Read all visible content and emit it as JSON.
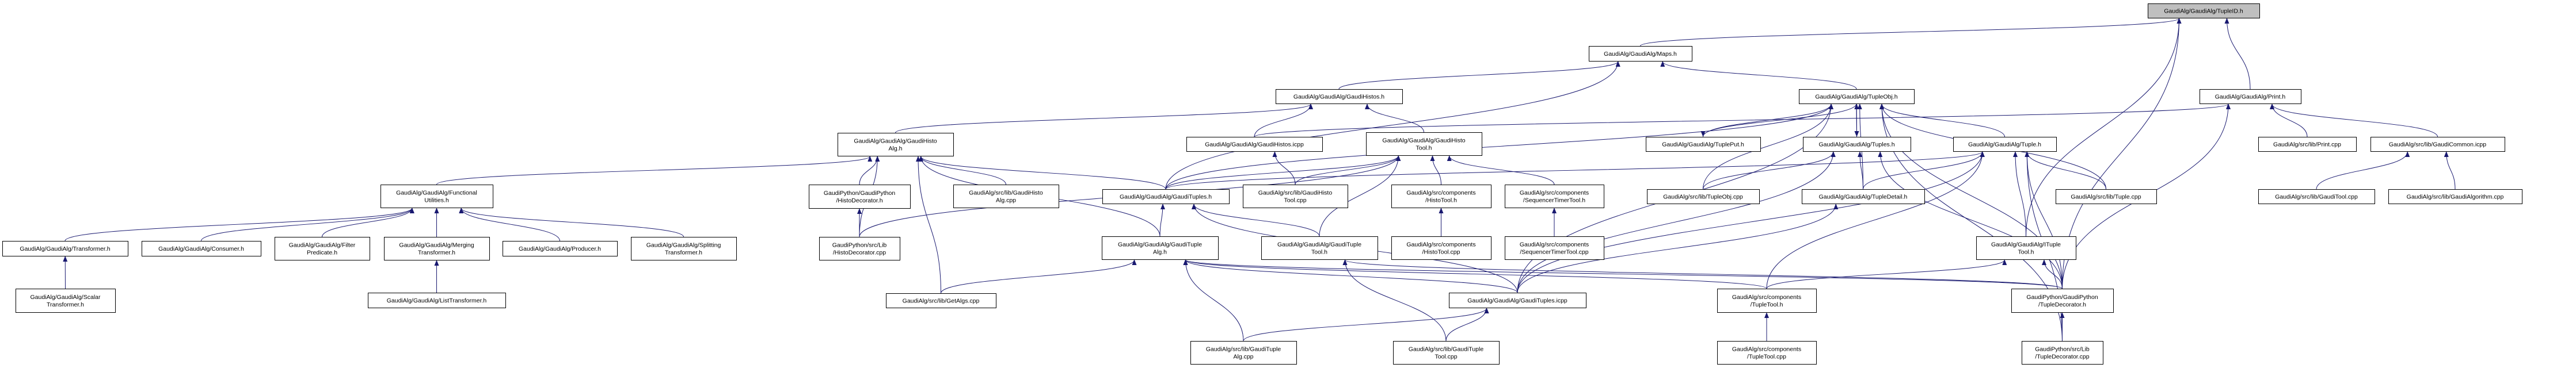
{
  "graph": {
    "root": "tupleid",
    "colors": {
      "edge": "#191970",
      "root_fill": "#bfbfbf",
      "node_fill": "#ffffff",
      "border": "#000000"
    },
    "nodes": [
      {
        "id": "tupleid",
        "lines": [
          "GaudiAlg/GaudiAlg/TupleID.h"
        ]
      },
      {
        "id": "maps",
        "lines": [
          "GaudiAlg/GaudiAlg/Maps.h"
        ]
      },
      {
        "id": "tupleobj",
        "lines": [
          "GaudiAlg/GaudiAlg/TupleObj.h"
        ]
      },
      {
        "id": "print",
        "lines": [
          "GaudiAlg/GaudiAlg/Print.h"
        ]
      },
      {
        "id": "gaudihistos_h",
        "lines": [
          "GaudiAlg/GaudiAlg/GaudiHistos.h"
        ]
      },
      {
        "id": "gaudihistoalg_h",
        "lines": [
          "GaudiAlg/GaudiAlg/GaudiHisto",
          "Alg.h"
        ]
      },
      {
        "id": "gaudihistos_icpp",
        "lines": [
          "GaudiAlg/GaudiAlg/GaudiHistos.icpp"
        ]
      },
      {
        "id": "gaudihistotool_h",
        "lines": [
          "GaudiAlg/GaudiAlg/GaudiHisto",
          "Tool.h"
        ]
      },
      {
        "id": "tupleput",
        "lines": [
          "GaudiAlg/GaudiAlg/TuplePut.h"
        ]
      },
      {
        "id": "tuples_h",
        "lines": [
          "GaudiAlg/GaudiAlg/Tuples.h"
        ]
      },
      {
        "id": "tuple_h",
        "lines": [
          "GaudiAlg/GaudiAlg/Tuple.h"
        ]
      },
      {
        "id": "print_cpp",
        "lines": [
          "GaudiAlg/src/lib/Print.cpp"
        ]
      },
      {
        "id": "gaudicommon",
        "lines": [
          "GaudiAlg/src/lib/GaudiCommon.icpp"
        ]
      },
      {
        "id": "functional",
        "lines": [
          "GaudiAlg/GaudiAlg/Functional",
          "Utilities.h"
        ]
      },
      {
        "id": "histodecorator_h",
        "lines": [
          "GaudiPython/GaudiPython",
          "/HistoDecorator.h"
        ]
      },
      {
        "id": "gaudihistoalg_cpp",
        "lines": [
          "GaudiAlg/src/lib/GaudiHisto",
          "Alg.cpp"
        ]
      },
      {
        "id": "gaudituples_h",
        "lines": [
          "GaudiAlg/GaudiAlg/GaudiTuples.h"
        ]
      },
      {
        "id": "gaudihistotool_cpp",
        "lines": [
          "GaudiAlg/src/lib/GaudiHisto",
          "Tool.cpp"
        ]
      },
      {
        "id": "histotool_h",
        "lines": [
          "GaudiAlg/src/components",
          "/HistoTool.h"
        ]
      },
      {
        "id": "seqtimer_h",
        "lines": [
          "GaudiAlg/src/components",
          "/SequencerTimerTool.h"
        ]
      },
      {
        "id": "tupleobj_cpp",
        "lines": [
          "GaudiAlg/src/lib/TupleObj.cpp"
        ]
      },
      {
        "id": "tupledetail",
        "lines": [
          "GaudiAlg/GaudiAlg/TupleDetail.h"
        ]
      },
      {
        "id": "tuple_cpp",
        "lines": [
          "GaudiAlg/src/lib/Tuple.cpp"
        ]
      },
      {
        "id": "gauditool_cpp",
        "lines": [
          "GaudiAlg/src/lib/GaudiTool.cpp"
        ]
      },
      {
        "id": "gaudialgorithm_cpp",
        "lines": [
          "GaudiAlg/src/lib/GaudiAlgorithm.cpp"
        ]
      },
      {
        "id": "transformer",
        "lines": [
          "GaudiAlg/GaudiAlg/Transformer.h"
        ]
      },
      {
        "id": "consumer",
        "lines": [
          "GaudiAlg/GaudiAlg/Consumer.h"
        ]
      },
      {
        "id": "filterpred",
        "lines": [
          "GaudiAlg/GaudiAlg/Filter",
          "Predicate.h"
        ]
      },
      {
        "id": "merging",
        "lines": [
          "GaudiAlg/GaudiAlg/Merging",
          "Transformer.h"
        ]
      },
      {
        "id": "producer",
        "lines": [
          "GaudiAlg/GaudiAlg/Producer.h"
        ]
      },
      {
        "id": "splitting",
        "lines": [
          "GaudiAlg/GaudiAlg/Splitting",
          "Transformer.h"
        ]
      },
      {
        "id": "histodecorator_cpp",
        "lines": [
          "GaudiPython/src/Lib",
          "/HistoDecorator.cpp"
        ]
      },
      {
        "id": "gaudituplealg_h",
        "lines": [
          "GaudiAlg/GaudiAlg/GaudiTuple",
          "Alg.h"
        ]
      },
      {
        "id": "gaudituppletool_h",
        "lines": [
          "GaudiAlg/GaudiAlg/GaudiTuple",
          "Tool.h"
        ]
      },
      {
        "id": "histotool_cpp",
        "lines": [
          "GaudiAlg/src/components",
          "/HistoTool.cpp"
        ]
      },
      {
        "id": "seqtimer_cpp",
        "lines": [
          "GaudiAlg/src/components",
          "/SequencerTimerTool.cpp"
        ]
      },
      {
        "id": "ituppletool",
        "lines": [
          "GaudiAlg/GaudiAlg/ITuple",
          "Tool.h"
        ]
      },
      {
        "id": "scalar",
        "lines": [
          "GaudiAlg/GaudiAlg/Scalar",
          "Transformer.h"
        ]
      },
      {
        "id": "listtransformer",
        "lines": [
          "GaudiAlg/GaudiAlg/ListTransformer.h"
        ]
      },
      {
        "id": "getalgs",
        "lines": [
          "GaudiAlg/src/lib/GetAlgs.cpp"
        ]
      },
      {
        "id": "gaudituples_icpp",
        "lines": [
          "GaudiAlg/GaudiAlg/GaudiTuples.icpp"
        ]
      },
      {
        "id": "tupletool_h",
        "lines": [
          "GaudiAlg/src/components",
          "/TupleTool.h"
        ]
      },
      {
        "id": "tupledecorator_h",
        "lines": [
          "GaudiPython/GaudiPython",
          "/TupleDecorator.h"
        ]
      },
      {
        "id": "gaudituplealg_cpp",
        "lines": [
          "GaudiAlg/src/lib/GaudiTuple",
          "Alg.cpp"
        ]
      },
      {
        "id": "gaudituppletool_cpp",
        "lines": [
          "GaudiAlg/src/lib/GaudiTuple",
          "Tool.cpp"
        ]
      },
      {
        "id": "tupletool_cpp",
        "lines": [
          "GaudiAlg/src/components",
          "/TupleTool.cpp"
        ]
      },
      {
        "id": "tupledecorator_cpp",
        "lines": [
          "GaudiPython/src/Lib",
          "/TupleDecorator.cpp"
        ]
      }
    ],
    "edges": [
      [
        "maps",
        "tupleid"
      ],
      [
        "print",
        "tupleid"
      ],
      [
        "ituppletool",
        "tupleid"
      ],
      [
        "tupledecorator_h",
        "tupleid"
      ],
      [
        "gaudihistos_h",
        "maps"
      ],
      [
        "gaudituples_h",
        "maps"
      ],
      [
        "tupleobj",
        "maps"
      ],
      [
        "gaudihistoalg_h",
        "gaudihistos_h"
      ],
      [
        "gaudihistotool_h",
        "gaudihistos_h"
      ],
      [
        "gaudihistos_icpp",
        "gaudihistos_h"
      ],
      [
        "gaudihistos_icpp",
        "print"
      ],
      [
        "print_cpp",
        "print"
      ],
      [
        "gaudicommon",
        "print"
      ],
      [
        "tupledecorator_h",
        "print"
      ],
      [
        "gauditool_cpp",
        "gaudicommon"
      ],
      [
        "gaudialgorithm_cpp",
        "gaudicommon"
      ],
      [
        "functional",
        "gaudihistoalg_h"
      ],
      [
        "histodecorator_h",
        "gaudihistoalg_h"
      ],
      [
        "histodecorator_cpp",
        "gaudihistoalg_h"
      ],
      [
        "gaudihistoalg_cpp",
        "gaudihistoalg_h"
      ],
      [
        "getalgs",
        "gaudihistoalg_h"
      ],
      [
        "gaudituplealg_h",
        "gaudihistoalg_h"
      ],
      [
        "gaudituples_h",
        "gaudihistoalg_h"
      ],
      [
        "transformer",
        "functional"
      ],
      [
        "consumer",
        "functional"
      ],
      [
        "filterpred",
        "functional"
      ],
      [
        "merging",
        "functional"
      ],
      [
        "producer",
        "functional"
      ],
      [
        "splitting",
        "functional"
      ],
      [
        "scalar",
        "transformer"
      ],
      [
        "listtransformer",
        "merging"
      ],
      [
        "histodecorator_cpp",
        "histodecorator_h"
      ],
      [
        "histodecorator_cpp",
        "gaudihistotool_h"
      ],
      [
        "getalgs",
        "gaudituplealg_h"
      ],
      [
        "gaudihistotool_cpp",
        "gaudihistotool_h"
      ],
      [
        "gaudihistotool_cpp",
        "gaudihistos_icpp"
      ],
      [
        "histotool_h",
        "gaudihistotool_h"
      ],
      [
        "seqtimer_h",
        "gaudihistotool_h"
      ],
      [
        "gaudituppletool_h",
        "gaudihistotool_h"
      ],
      [
        "gaudituples_h",
        "gaudihistotool_h"
      ],
      [
        "histotool_cpp",
        "histotool_h"
      ],
      [
        "seqtimer_cpp",
        "seqtimer_h"
      ],
      [
        "gaudituplealg_h",
        "gaudituples_h"
      ],
      [
        "gaudituppletool_h",
        "gaudituples_h"
      ],
      [
        "gaudituples_icpp",
        "gaudituples_h"
      ],
      [
        "gaudituplealg_cpp",
        "gaudituplealg_h"
      ],
      [
        "gaudituplealg_cpp",
        "gaudituples_icpp"
      ],
      [
        "gaudituppletool_cpp",
        "gaudituppletool_h"
      ],
      [
        "gaudituppletool_cpp",
        "gaudituples_icpp"
      ],
      [
        "gaudituples_icpp",
        "gaudituplealg_h"
      ],
      [
        "tupledecorator_h",
        "gaudituplealg_h"
      ],
      [
        "tupledecorator_h",
        "gaudituppletool_h"
      ],
      [
        "gaudituples_h",
        "tupleobj"
      ],
      [
        "tupleput",
        "tupleobj"
      ],
      [
        "tupleobj",
        "tupleput"
      ],
      [
        "tuples_h",
        "tupleobj"
      ],
      [
        "tupleobj",
        "tuples_h"
      ],
      [
        "tupleobj_cpp",
        "tupleobj"
      ],
      [
        "tupledetail",
        "tupleobj"
      ],
      [
        "tuple_h",
        "tupleobj"
      ],
      [
        "tuple_cpp",
        "tupleobj"
      ],
      [
        "tupledecorator_h",
        "tupleobj"
      ],
      [
        "gaudituples_icpp",
        "tupleobj"
      ],
      [
        "tupledecorator_cpp",
        "tupleobj"
      ],
      [
        "tupleobj_cpp",
        "tuples_h"
      ],
      [
        "tupledetail",
        "tuples_h"
      ],
      [
        "gaudituples_icpp",
        "tuples_h"
      ],
      [
        "tupledecorator_h",
        "tuples_h"
      ],
      [
        "tupledetail",
        "tuple_h"
      ],
      [
        "gaudituples_icpp",
        "tupledetail"
      ],
      [
        "gaudituples_icpp",
        "tuple_h"
      ],
      [
        "gaudituples_h",
        "tuple_h"
      ],
      [
        "tuple_cpp",
        "tuple_h"
      ],
      [
        "ituppletool",
        "tuple_h"
      ],
      [
        "tupledecorator_h",
        "tuple_h"
      ],
      [
        "tupledecorator_cpp",
        "tuple_h"
      ],
      [
        "tupletool_h",
        "tuple_h"
      ],
      [
        "tupletool_h",
        "ituppletool"
      ],
      [
        "tupledecorator_h",
        "ituppletool"
      ],
      [
        "tupletool_cpp",
        "tupletool_h"
      ],
      [
        "tupledecorator_cpp",
        "tupledecorator_h"
      ],
      [
        "tupletool_h",
        "gaudituplealg_h"
      ]
    ]
  }
}
